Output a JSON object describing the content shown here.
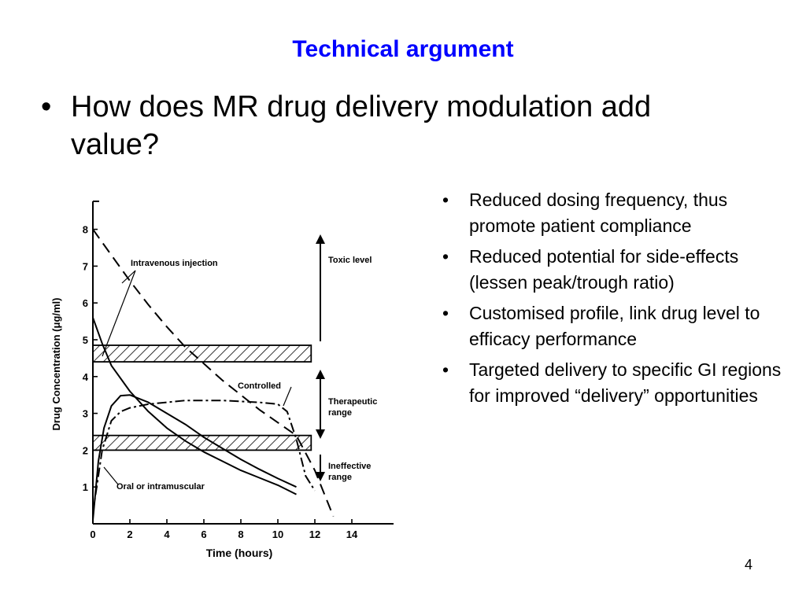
{
  "slide": {
    "title": "Technical argument",
    "main_bullet": "How does MR drug delivery modulation add value?",
    "bullets": [
      "Reduced dosing frequency, thus promote patient compliance",
      "Reduced potential for side-effects (lessen peak/trough ratio)",
      "Customised profile, link drug level to efficacy performance",
      "Targeted delivery to specific GI regions for improved “delivery” opportunities"
    ],
    "page_number": "4"
  },
  "chart_data": {
    "type": "line",
    "xlabel": "Time (hours)",
    "ylabel": "Drug Concentration (μg/ml)",
    "xlim": [
      0,
      16
    ],
    "ylim": [
      0,
      8.6
    ],
    "x_ticks": [
      0,
      2,
      4,
      6,
      8,
      10,
      12,
      14
    ],
    "y_ticks": [
      1,
      2,
      3,
      4,
      5,
      6,
      7,
      8
    ],
    "series": [
      {
        "name": "Intravenous injection",
        "style": "dashed",
        "x": [
          0,
          1,
          2,
          3,
          4,
          5,
          6,
          7,
          8,
          9,
          10,
          11,
          12,
          13
        ],
        "y": [
          8.0,
          7.3,
          6.6,
          5.95,
          5.35,
          4.8,
          4.35,
          3.9,
          3.5,
          3.1,
          2.75,
          2.4,
          1.45,
          0.2
        ]
      },
      {
        "name": "Controlled",
        "style": "dash-dot",
        "x": [
          0,
          0.5,
          1,
          1.5,
          2,
          3,
          5,
          7,
          9,
          10,
          10.5,
          11,
          11.5,
          12
        ],
        "y": [
          0.3,
          2.0,
          2.8,
          3.05,
          3.15,
          3.25,
          3.35,
          3.35,
          3.3,
          3.25,
          3.05,
          2.3,
          1.3,
          0.9
        ]
      },
      {
        "name": "Oral or intramuscular",
        "style": "solid",
        "x": [
          0,
          0.3,
          0.6,
          1,
          1.5,
          2,
          3,
          4,
          5,
          6,
          7,
          8,
          9,
          10,
          11
        ],
        "y": [
          0.1,
          1.7,
          2.6,
          3.2,
          3.48,
          3.5,
          3.3,
          3.0,
          2.7,
          2.35,
          2.05,
          1.75,
          1.48,
          1.23,
          1.0
        ]
      },
      {
        "name": "",
        "style": "solid",
        "x": [
          0,
          0.5,
          1,
          2,
          3,
          4,
          5,
          6,
          7,
          8,
          9,
          10,
          11
        ],
        "y": [
          5.6,
          4.9,
          4.3,
          3.6,
          3.05,
          2.6,
          2.25,
          1.95,
          1.7,
          1.45,
          1.25,
          1.05,
          0.8
        ]
      }
    ],
    "bands": [
      {
        "from": 4.4,
        "to": 4.85
      },
      {
        "from": 2.0,
        "to": 2.4
      }
    ],
    "annotations": {
      "toxic": "Toxic level",
      "therapeutic": "Therapeutic range",
      "ineffective": "Ineffective range"
    },
    "curve_labels": {
      "iv": "Intravenous injection",
      "controlled": "Controlled",
      "oral": "Oral or intramuscular"
    }
  }
}
